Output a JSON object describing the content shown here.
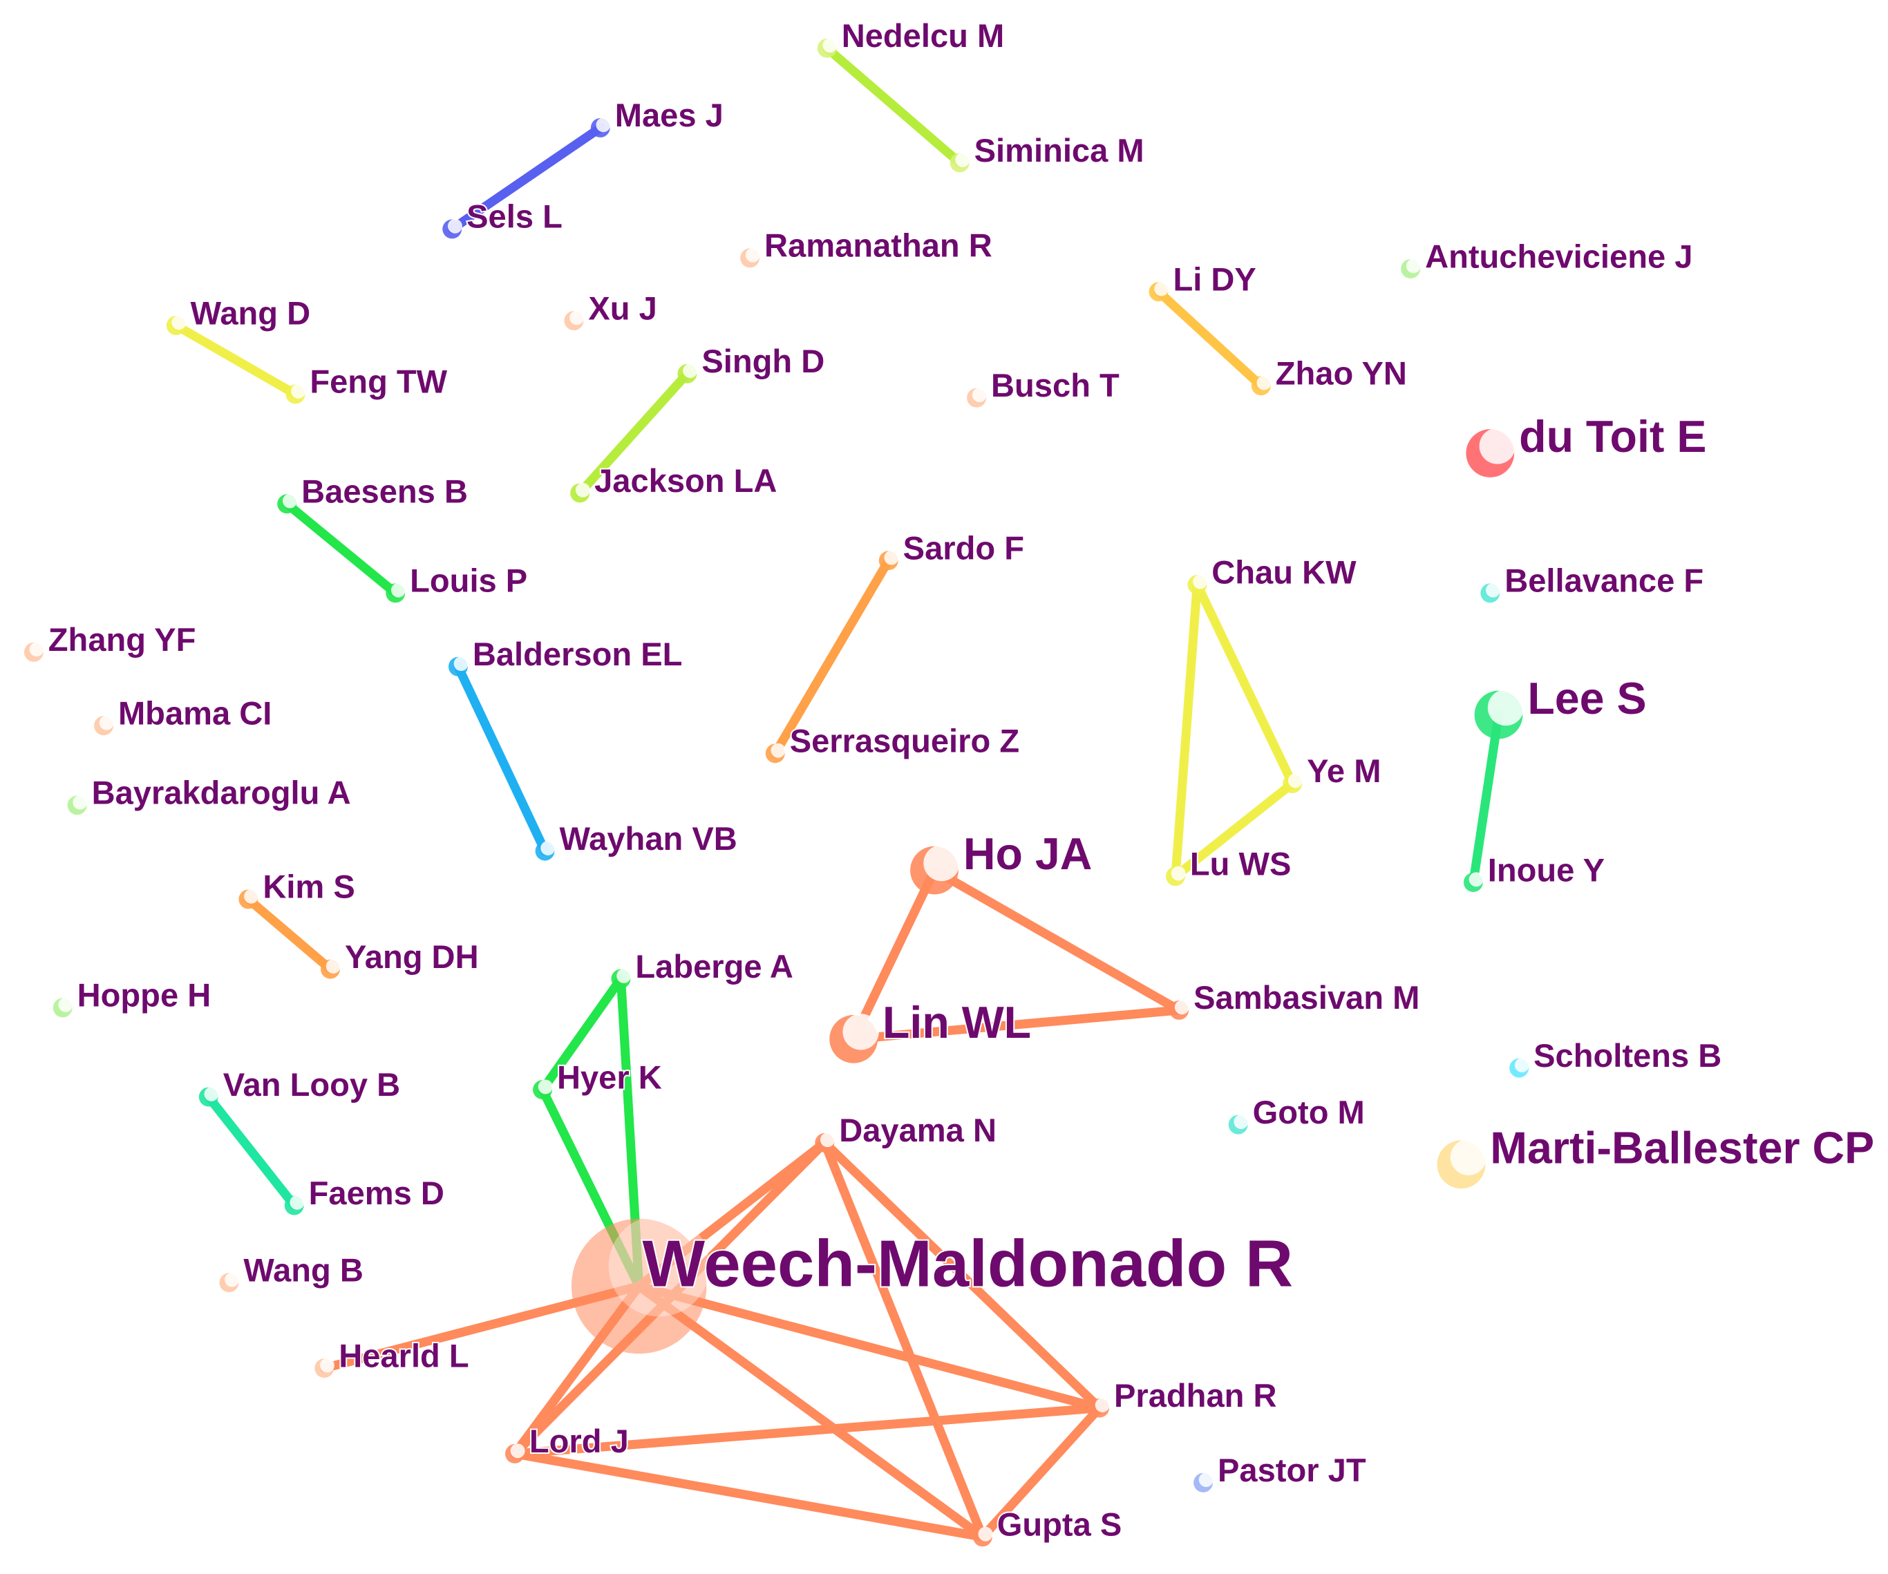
{
  "palette": {
    "label": "#6e0a6e",
    "orange": "#ff8a5c",
    "yellow": "#f0ef4a",
    "green": "#22e64a",
    "lime": "#b6ec3c",
    "blue": "#5860f0",
    "sky": "#1fb0f2",
    "amber": "#ffa148",
    "gold": "#ffc446",
    "teal": "#1fe6a0",
    "spring": "#2ae67a",
    "pale_lime": "#d8f27a",
    "red": "#ff6468",
    "mint": "#66eaa8",
    "aqua": "#5ae8d6",
    "cyan": "#66e8ff",
    "pale_orange": "#ffc8a6",
    "pale_gold": "#ffe096",
    "light_green": "#b2f296",
    "periwinkle": "#9ab2f6"
  },
  "nodes": [
    {
      "id": "nedelcu",
      "label": "Nedelcu M",
      "size": "s",
      "color": "pale_lime"
    },
    {
      "id": "siminica",
      "label": "Siminica M",
      "size": "s",
      "color": "pale_lime"
    },
    {
      "id": "maes",
      "label": "Maes J",
      "size": "s",
      "color": "blue"
    },
    {
      "id": "sels",
      "label": "Sels L",
      "size": "s",
      "color": "blue"
    },
    {
      "id": "ramanathan",
      "label": "Ramanathan R",
      "size": "s",
      "color": "pale_orange"
    },
    {
      "id": "antucheviciene",
      "label": "Antucheviciene J",
      "size": "s",
      "color": "light_green"
    },
    {
      "id": "lidy",
      "label": "Li DY",
      "size": "s",
      "color": "gold"
    },
    {
      "id": "zhaoyn",
      "label": "Zhao YN",
      "size": "s",
      "color": "gold"
    },
    {
      "id": "wangd",
      "label": "Wang D",
      "size": "s",
      "color": "yellow"
    },
    {
      "id": "fengtw",
      "label": "Feng TW",
      "size": "s",
      "color": "yellow"
    },
    {
      "id": "xuj",
      "label": "Xu J",
      "size": "s",
      "color": "pale_orange"
    },
    {
      "id": "singhd",
      "label": "Singh D",
      "size": "s",
      "color": "lime"
    },
    {
      "id": "jackson",
      "label": "Jackson LA",
      "size": "s",
      "color": "lime"
    },
    {
      "id": "busch",
      "label": "Busch T",
      "size": "s",
      "color": "pale_orange"
    },
    {
      "id": "dutoit",
      "label": "du Toit E",
      "size": "m",
      "color": "red"
    },
    {
      "id": "baesens",
      "label": "Baesens B",
      "size": "s",
      "color": "green"
    },
    {
      "id": "louis",
      "label": "Louis P",
      "size": "s",
      "color": "green"
    },
    {
      "id": "sardo",
      "label": "Sardo F",
      "size": "s",
      "color": "amber"
    },
    {
      "id": "serrasqueiro",
      "label": "Serrasqueiro Z",
      "size": "s",
      "color": "amber"
    },
    {
      "id": "chaukw",
      "label": "Chau KW",
      "size": "s",
      "color": "yellow"
    },
    {
      "id": "yem",
      "label": "Ye M",
      "size": "s",
      "color": "yellow"
    },
    {
      "id": "luws",
      "label": "Lu WS",
      "size": "s",
      "color": "yellow"
    },
    {
      "id": "bellavance",
      "label": "Bellavance F",
      "size": "s",
      "color": "aqua"
    },
    {
      "id": "zhangyf",
      "label": "Zhang YF",
      "size": "s",
      "color": "pale_orange"
    },
    {
      "id": "mbama",
      "label": "Mbama CI",
      "size": "s",
      "color": "pale_orange"
    },
    {
      "id": "bayrak",
      "label": "Bayrakdaroglu A",
      "size": "s",
      "color": "light_green"
    },
    {
      "id": "balderson",
      "label": "Balderson EL",
      "size": "s",
      "color": "sky"
    },
    {
      "id": "wayhan",
      "label": "Wayhan VB",
      "size": "s",
      "color": "sky"
    },
    {
      "id": "lees",
      "label": "Lee S",
      "size": "m",
      "color": "spring"
    },
    {
      "id": "inouey",
      "label": "Inoue Y",
      "size": "s",
      "color": "spring"
    },
    {
      "id": "hoja",
      "label": "Ho JA",
      "size": "m",
      "color": "orange"
    },
    {
      "id": "linwl",
      "label": "Lin WL",
      "size": "m",
      "color": "orange"
    },
    {
      "id": "samba",
      "label": "Sambasivan M",
      "size": "s",
      "color": "orange"
    },
    {
      "id": "kims",
      "label": "Kim S",
      "size": "s",
      "color": "amber"
    },
    {
      "id": "yangdh",
      "label": "Yang DH",
      "size": "s",
      "color": "amber"
    },
    {
      "id": "hoppe",
      "label": "Hoppe H",
      "size": "s",
      "color": "light_green"
    },
    {
      "id": "laberge",
      "label": "Laberge A",
      "size": "s",
      "color": "green"
    },
    {
      "id": "hyerk",
      "label": "Hyer K",
      "size": "s",
      "color": "green"
    },
    {
      "id": "scholtens",
      "label": "Scholtens B",
      "size": "s",
      "color": "cyan"
    },
    {
      "id": "vanlooy",
      "label": "Van Looy B",
      "size": "s",
      "color": "teal"
    },
    {
      "id": "faems",
      "label": "Faems D",
      "size": "s",
      "color": "teal"
    },
    {
      "id": "gotom",
      "label": "Goto M",
      "size": "s",
      "color": "aqua"
    },
    {
      "id": "dayama",
      "label": "Dayama N",
      "size": "s",
      "color": "orange"
    },
    {
      "id": "marti",
      "label": "Marti-Ballester CP",
      "size": "m",
      "color": "pale_gold"
    },
    {
      "id": "wangb",
      "label": "Wang B",
      "size": "s",
      "color": "pale_orange"
    },
    {
      "id": "weech",
      "label": "Weech-Maldonado R",
      "size": "xl",
      "color": "orange"
    },
    {
      "id": "hearld",
      "label": "Hearld L",
      "size": "s",
      "color": "pale_orange"
    },
    {
      "id": "pradhan",
      "label": "Pradhan R",
      "size": "s",
      "color": "orange"
    },
    {
      "id": "lordj",
      "label": "Lord J",
      "size": "s",
      "color": "orange"
    },
    {
      "id": "pastor",
      "label": "Pastor JT",
      "size": "s",
      "color": "periwinkle"
    },
    {
      "id": "guptas",
      "label": "Gupta S",
      "size": "s",
      "color": "orange"
    }
  ],
  "edges": [
    {
      "source": "nedelcu",
      "target": "siminica",
      "color": "lime"
    },
    {
      "source": "maes",
      "target": "sels",
      "color": "blue"
    },
    {
      "source": "lidy",
      "target": "zhaoyn",
      "color": "gold"
    },
    {
      "source": "wangd",
      "target": "fengtw",
      "color": "yellow"
    },
    {
      "source": "singhd",
      "target": "jackson",
      "color": "lime"
    },
    {
      "source": "baesens",
      "target": "louis",
      "color": "green"
    },
    {
      "source": "sardo",
      "target": "serrasqueiro",
      "color": "amber"
    },
    {
      "source": "chaukw",
      "target": "yem",
      "color": "yellow"
    },
    {
      "source": "chaukw",
      "target": "luws",
      "color": "yellow"
    },
    {
      "source": "yem",
      "target": "luws",
      "color": "yellow"
    },
    {
      "source": "balderson",
      "target": "wayhan",
      "color": "sky"
    },
    {
      "source": "lees",
      "target": "inouey",
      "color": "spring"
    },
    {
      "source": "hoja",
      "target": "linwl",
      "color": "orange"
    },
    {
      "source": "hoja",
      "target": "samba",
      "color": "orange"
    },
    {
      "source": "linwl",
      "target": "samba",
      "color": "orange"
    },
    {
      "source": "kims",
      "target": "yangdh",
      "color": "amber"
    },
    {
      "source": "laberge",
      "target": "hyerk",
      "color": "green"
    },
    {
      "source": "laberge",
      "target": "weech",
      "color": "green"
    },
    {
      "source": "hyerk",
      "target": "weech",
      "color": "green"
    },
    {
      "source": "vanlooy",
      "target": "faems",
      "color": "teal"
    },
    {
      "source": "weech",
      "target": "dayama",
      "color": "orange"
    },
    {
      "source": "weech",
      "target": "pradhan",
      "color": "orange"
    },
    {
      "source": "weech",
      "target": "lordj",
      "color": "orange"
    },
    {
      "source": "weech",
      "target": "guptas",
      "color": "orange"
    },
    {
      "source": "weech",
      "target": "hearld",
      "color": "orange"
    },
    {
      "source": "dayama",
      "target": "pradhan",
      "color": "orange"
    },
    {
      "source": "dayama",
      "target": "guptas",
      "color": "orange"
    },
    {
      "source": "dayama",
      "target": "lordj",
      "color": "orange"
    },
    {
      "source": "pradhan",
      "target": "lordj",
      "color": "orange"
    },
    {
      "source": "pradhan",
      "target": "guptas",
      "color": "orange"
    },
    {
      "source": "lordj",
      "target": "guptas",
      "color": "orange"
    }
  ]
}
